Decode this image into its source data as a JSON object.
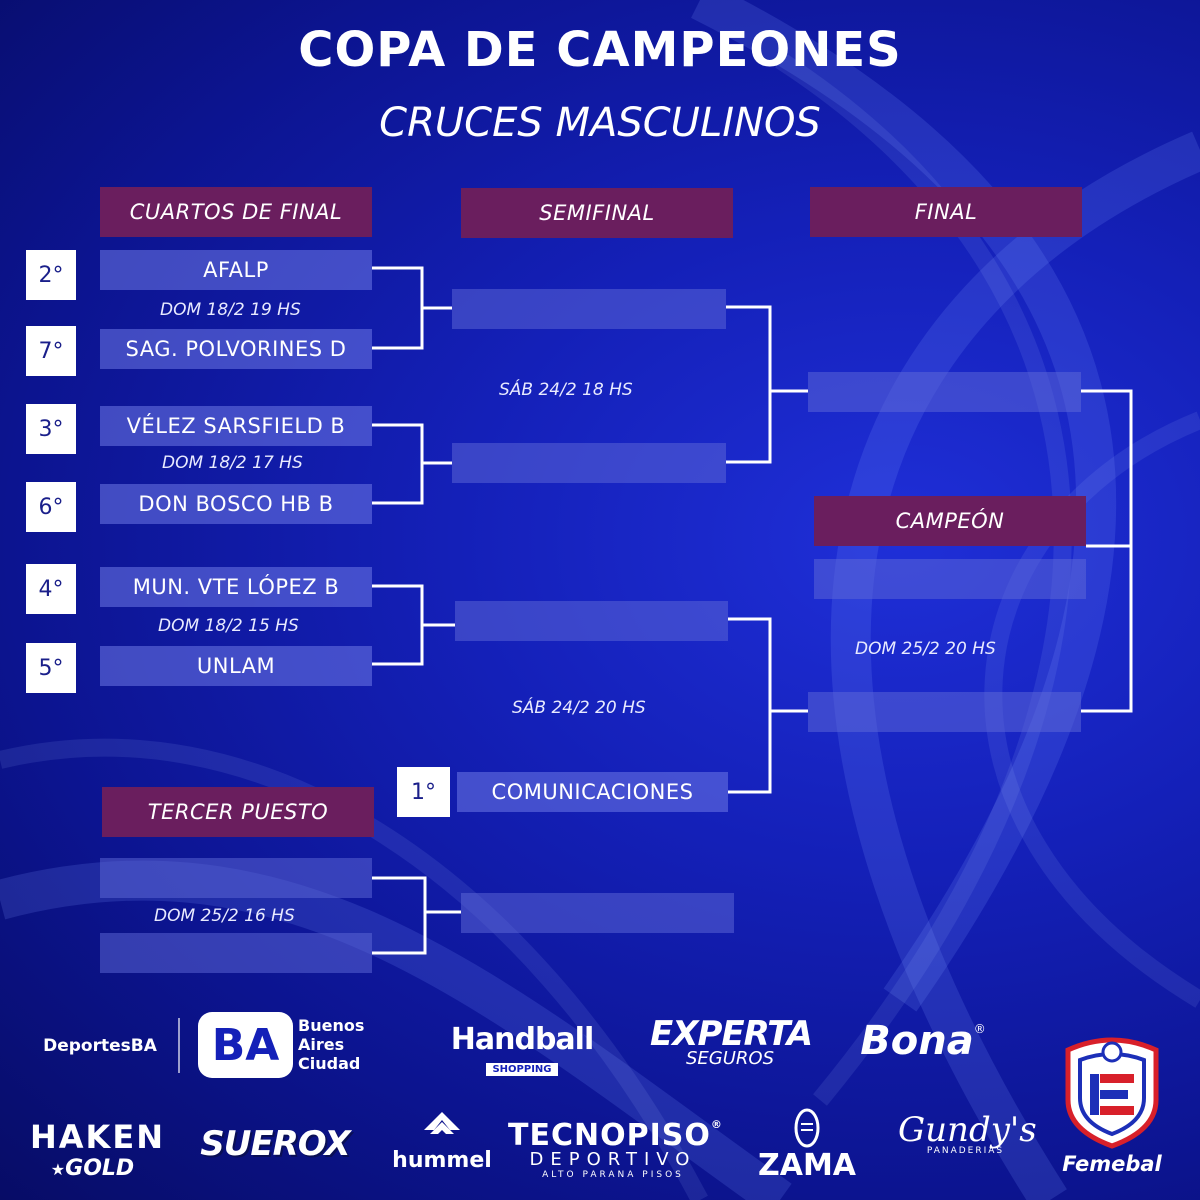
{
  "title": "COPA DE CAMPEONES",
  "subtitle": "CRUCES MASCULINOS",
  "headers": {
    "quarterfinal": "CUARTOS DE FINAL",
    "semifinal": "SEMIFINAL",
    "final": "FINAL",
    "champion": "CAMPEÓN",
    "third_place": "TERCER PUESTO"
  },
  "quarterfinals": [
    {
      "seed_a": "2°",
      "team_a": "AFALP",
      "date": "DOM 18/2  19 HS",
      "seed_b": "7°",
      "team_b": "SAG. POLVORINES D"
    },
    {
      "seed_a": "3°",
      "team_a": "VÉLEZ SARSFIELD B",
      "date": "DOM 18/2 17 HS",
      "seed_b": "6°",
      "team_b": "DON BOSCO HB B"
    },
    {
      "seed_a": "4°",
      "team_a": "MUN. VTE LÓPEZ B",
      "date": "DOM 18/2 15 HS",
      "seed_b": "5°",
      "team_b": "UNLAM"
    }
  ],
  "semifinals": [
    {
      "date": "SÁB 24/2 18 HS"
    },
    {
      "date": "SÁB 24/2 20 HS",
      "bye_seed": "1°",
      "bye_team": "COMUNICACIONES"
    }
  ],
  "final": {
    "date": "DOM 25/2 20 HS"
  },
  "third_place": {
    "date": "DOM 25/2 16 HS"
  },
  "sponsors": {
    "deportes": "DeportesBA",
    "ba_mark": "BA",
    "ba_text": [
      "Buenos",
      "Aires",
      "Ciudad"
    ],
    "handball": "Handball",
    "handball_sub": "SHOPPING",
    "experta": "EXPERTA",
    "experta_sub": "SEGUROS",
    "bona": "Bona",
    "bona_reg": "®",
    "haken": "HAKEN",
    "haken_sub": "GOLD",
    "suerox": "SUEROX",
    "hummel": "hummel",
    "tecnopiso": "TECNOPISO",
    "tecnopiso_reg": "®",
    "tecnopiso_sub": "DEPORTIVO",
    "tecnopiso_small": "ALTO PARANA PISOS",
    "zama": "ZAMA",
    "gundys": "Gundy's",
    "gundys_sub": "PANADERIAS",
    "femebal": "Femebal"
  }
}
